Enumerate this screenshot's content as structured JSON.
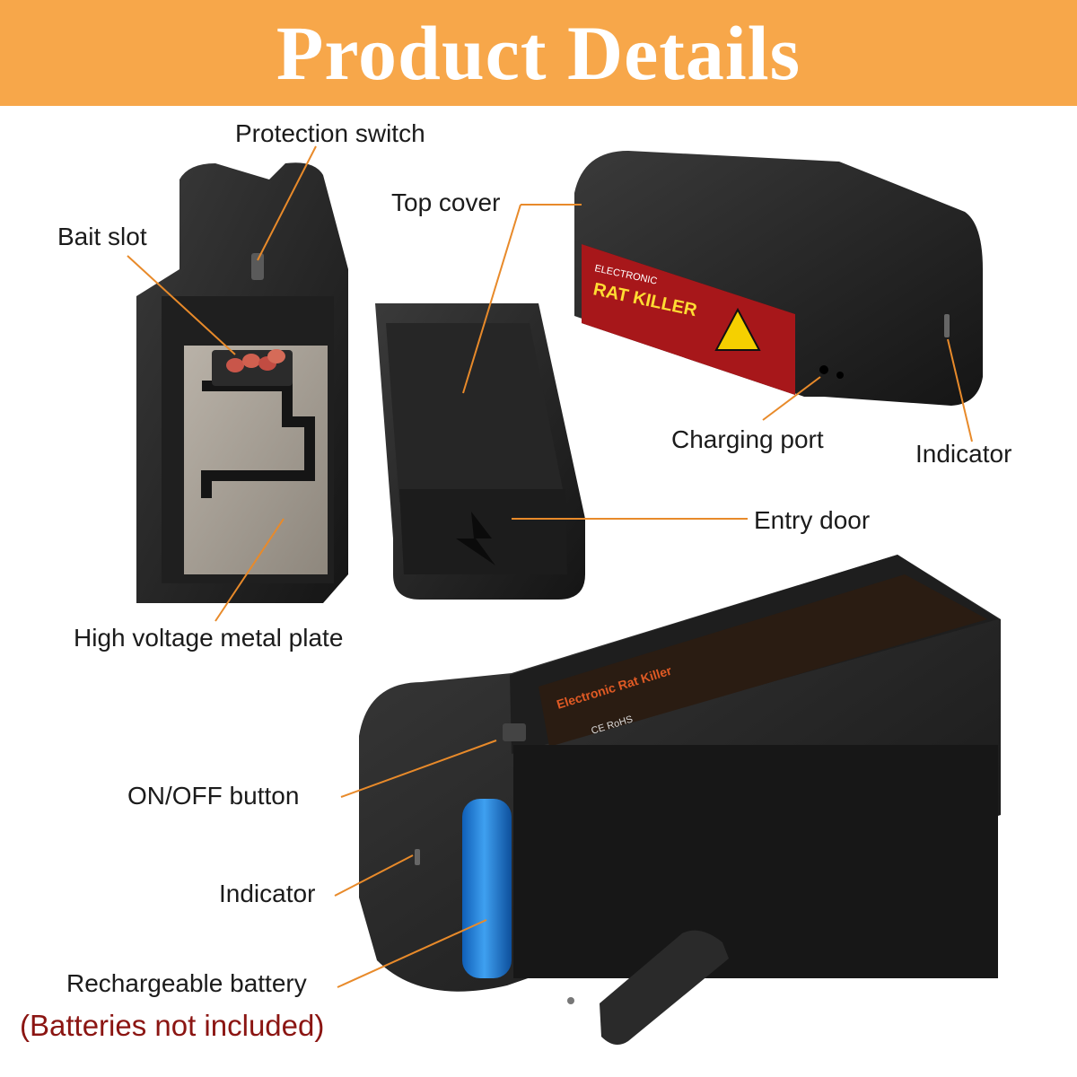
{
  "banner": {
    "title": "Product Details",
    "color": "#f7a74a"
  },
  "callout_color": "#e88a2a",
  "labels": {
    "protection_switch": "Protection switch",
    "bait_slot": "Bait slot",
    "top_cover": "Top cover",
    "charging_port": "Charging port",
    "indicator_top": "Indicator",
    "entry_door": "Entry door",
    "metal_plate": "High voltage metal plate",
    "on_off_button": "ON/OFF button",
    "indicator_bottom": "Indicator",
    "rechargeable_battery": "Rechargeable battery",
    "battery_note": "(Batteries not included)"
  },
  "product_sticker": {
    "line1": "ELECTRONIC",
    "line2": "RAT KILLER"
  },
  "bottom_sticker": {
    "title": "Electronic Rat Killer",
    "marks": "CE RoHS"
  }
}
